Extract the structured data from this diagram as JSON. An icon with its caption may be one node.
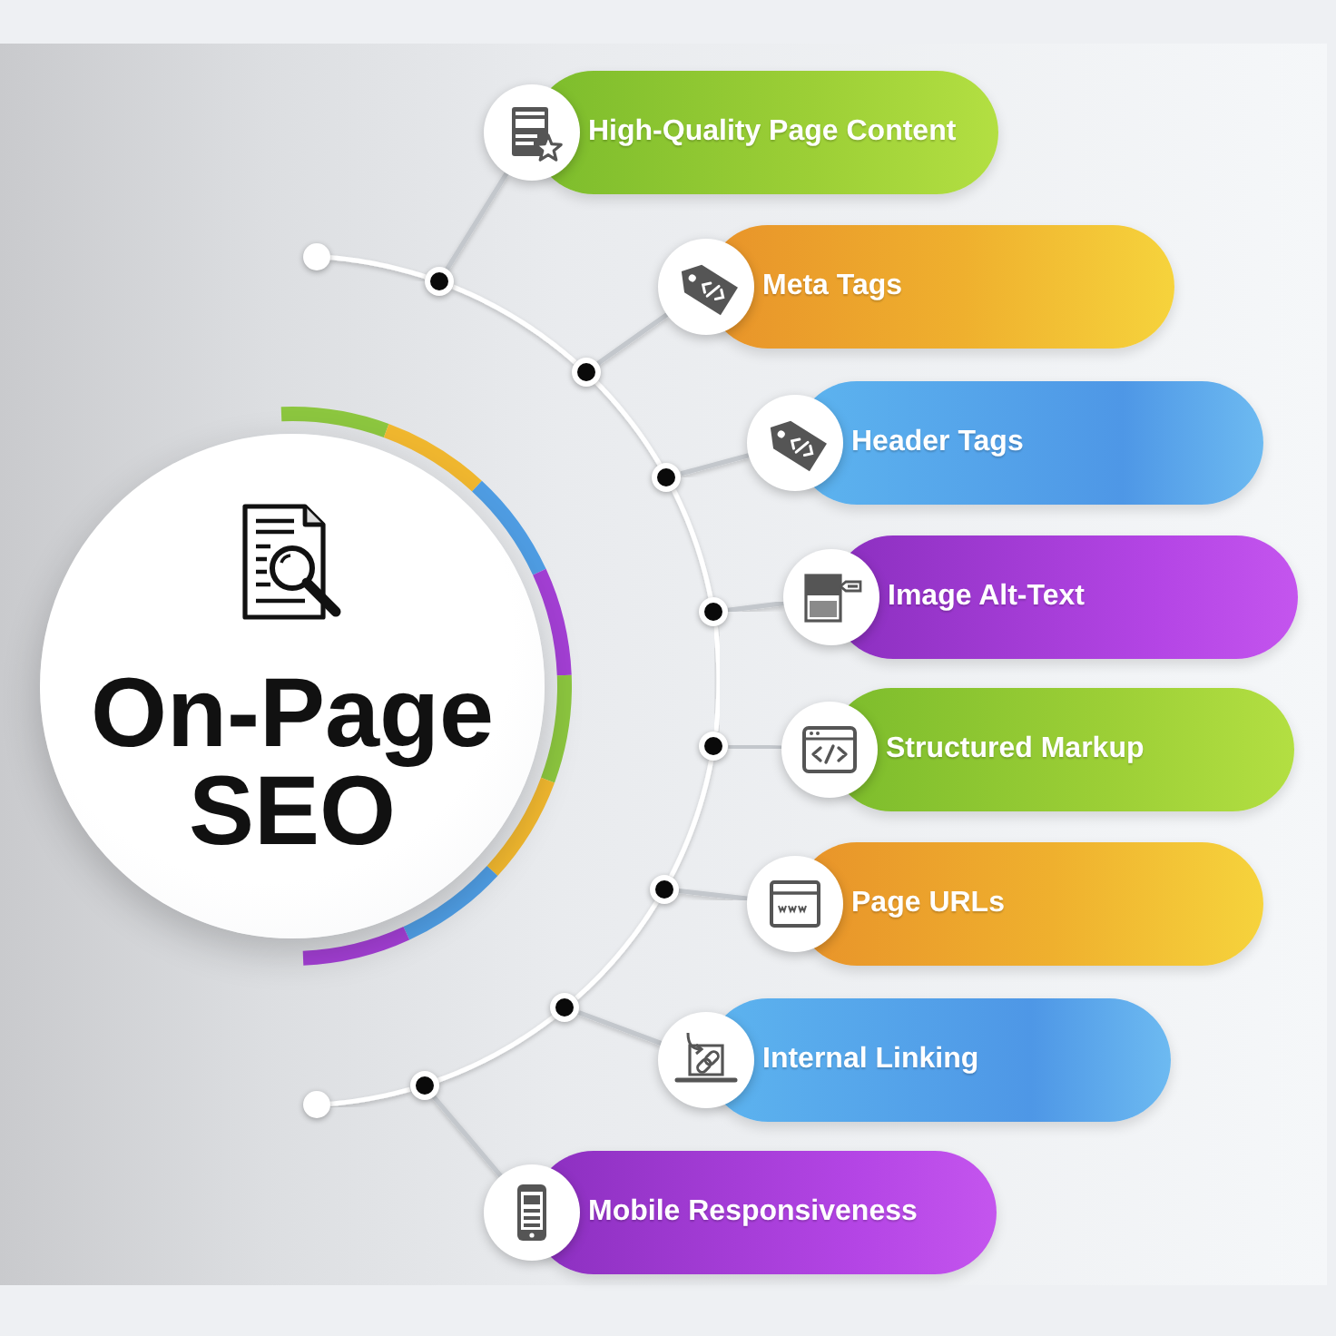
{
  "diagram": {
    "nodes": [
      {
        "text": [
          "On-Page SEO"
        ]
      },
      {
        "text": [
          "High-Quality Page Content"
        ]
      },
      {
        "text": [
          "Meta Tags"
        ]
      },
      {
        "text": [
          "Header Tags"
        ]
      },
      {
        "text": [
          "Image Alt-Text"
        ]
      },
      {
        "text": [
          "Structured Markup"
        ]
      },
      {
        "text": [
          "Page URLs"
        ]
      },
      {
        "text": [
          "Internal Linking"
        ]
      },
      {
        "text": [
          "Mobile Responsiveness"
        ]
      },
      {
        "text": [],
        "shape": "circle"
      },
      {
        "text": [],
        "shape": "circle"
      },
      {
        "text": [],
        "shape": "circle"
      },
      {
        "text": [],
        "shape": "circle"
      },
      {
        "text": [],
        "shape": "circle"
      },
      {
        "text": [],
        "shape": "circle"
      },
      {
        "text": [],
        "shape": "circle"
      },
      {
        "text": [],
        "shape": "circle"
      },
      {
        "text": [],
        "shape": "circle"
      },
      {
        "text": [],
        "shape": "circle"
      }
    ],
    "edges": [
      {
        "from": 10,
        "to": 1,
        "arrow": "none"
      },
      {
        "from": 11,
        "to": 2,
        "arrow": "none"
      },
      {
        "from": 12,
        "to": 3,
        "arrow": "none"
      },
      {
        "from": 13,
        "to": 4,
        "arrow": "none"
      },
      {
        "from": 14,
        "to": 5,
        "arrow": "none"
      },
      {
        "from": 15,
        "to": 6,
        "arrow": "none"
      },
      {
        "from": 16,
        "to": 7,
        "arrow": "none"
      },
      {
        "from": 17,
        "to": 8,
        "arrow": "none"
      },
      {
        "from": 9,
        "to": 10,
        "arrow": "none",
        "color": "#ffffff"
      },
      {
        "from": 10,
        "to": 11,
        "arrow": "none",
        "color": "#ffffff"
      },
      {
        "from": 11,
        "to": 12,
        "arrow": "none",
        "color": "#ffffff"
      },
      {
        "from": 12,
        "to": 13,
        "arrow": "none",
        "color": "#ffffff"
      },
      {
        "from": 13,
        "to": 14,
        "arrow": "none",
        "color": "#ffffff"
      },
      {
        "from": 14,
        "to": 15,
        "arrow": "none",
        "color": "#ffffff"
      },
      {
        "from": 15,
        "to": 16,
        "arrow": "none",
        "color": "#ffffff"
      },
      {
        "from": 16,
        "to": 17,
        "arrow": "none",
        "color": "#ffffff"
      },
      {
        "from": 17,
        "to": 18,
        "arrow": "none",
        "color": "#ffffff"
      }
    ]
  }
}
